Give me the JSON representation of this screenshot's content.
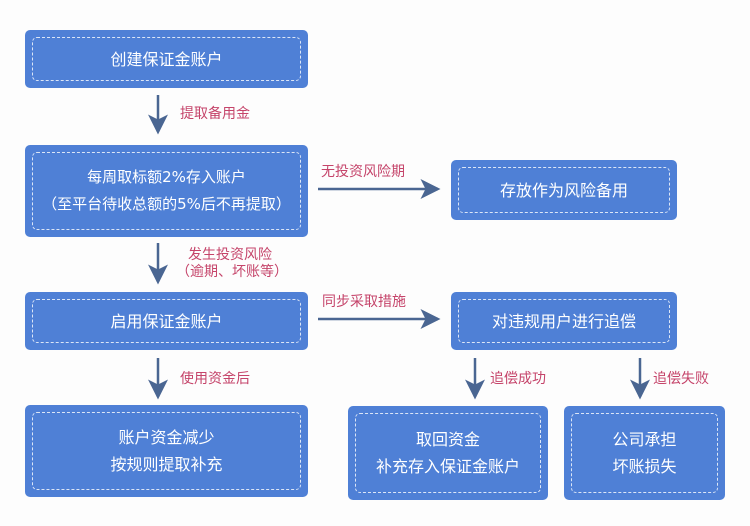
{
  "colors": {
    "box": "#4f80d6",
    "arrow": "#4a6692",
    "label": "#c5446a"
  },
  "nodes": {
    "create": [
      "创建保证金账户"
    ],
    "weekly": [
      "每周取标额2%存入账户",
      "（至平台待收总额的5%后不再提取）"
    ],
    "reserve": [
      "存放作为风险备用"
    ],
    "enable": [
      "启用保证金账户"
    ],
    "pursue": [
      "对违规用户进行追偿"
    ],
    "reduce": [
      "账户资金减少",
      "按规则提取补充"
    ],
    "recover": [
      "取回资金",
      "补充存入保证金账户"
    ],
    "company": [
      "公司承担",
      "坏账损失"
    ]
  },
  "edges": {
    "withdraw_reserve": "提取备用金",
    "no_risk": "无投资风险期",
    "risk_occurs": [
      "发生投资风险",
      "（逾期、坏账等）"
    ],
    "sync_measures": "同步采取措施",
    "after_use": "使用资金后",
    "pursue_success": "追偿成功",
    "pursue_fail": "追偿失败"
  }
}
